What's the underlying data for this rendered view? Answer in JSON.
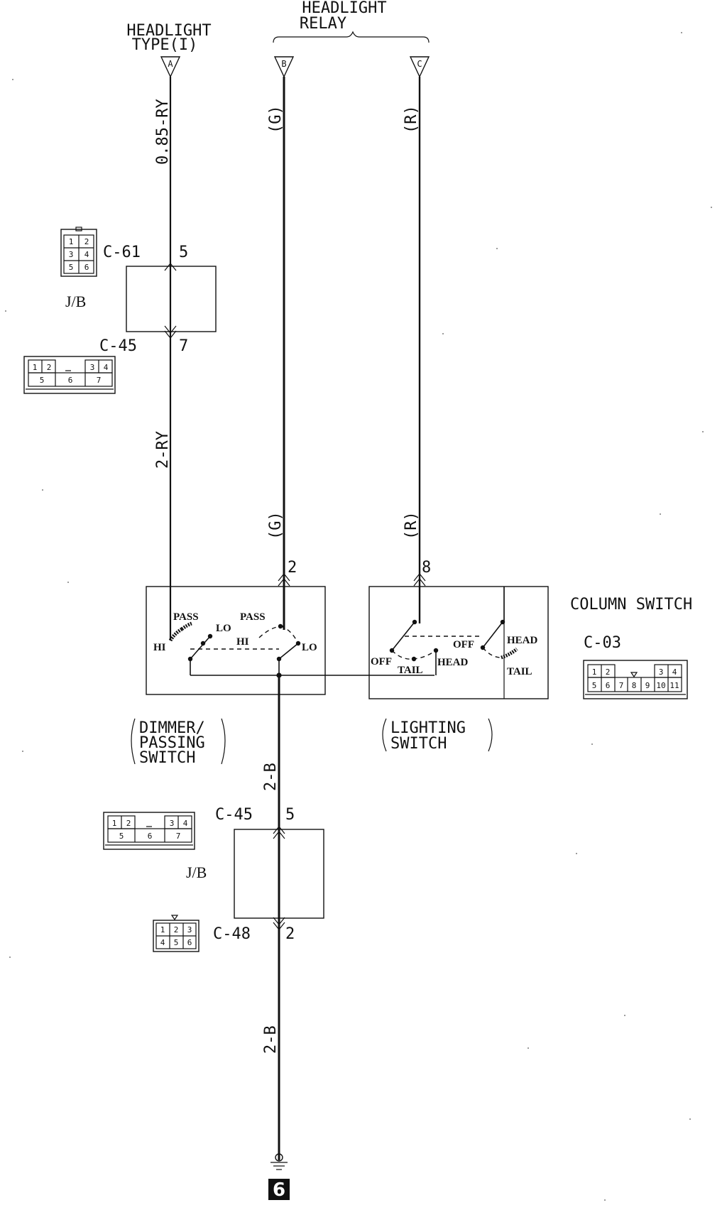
{
  "headlight_type": {
    "line1": "HEADLIGHT",
    "line2": "TYPE(I)"
  },
  "headlight_relay": {
    "line1": "HEADLIGHT",
    "line2": "RELAY"
  },
  "terminals": {
    "a": "A",
    "b": "B",
    "c": "C"
  },
  "wires": {
    "a_top": "0.85-RY",
    "a_bottom": "2-RY",
    "b_top": "(G)",
    "b_bottom": "(G)",
    "c_top": "(R)",
    "c_bottom": "(R)",
    "ground_upper": "2-B",
    "ground_lower": "2-B"
  },
  "junction_block_upper": {
    "label": "J/B",
    "conn_top": "C-61",
    "pin_top": "5",
    "conn_bottom": "C-45",
    "pin_bottom": "7"
  },
  "junction_block_lower": {
    "label": "J/B",
    "conn_top": "C-45",
    "pin_top": "5",
    "conn_bottom": "C-48",
    "pin_bottom": "2"
  },
  "column_switch": {
    "label": "COLUMN SWITCH",
    "connector": "C-03",
    "pin_g": "2",
    "pin_r": "8"
  },
  "dimmer_switch": {
    "line1": "DIMMER/",
    "line2": "PASSING",
    "line3": "SWITCH",
    "pass_left": "PASS",
    "lo_left": "LO",
    "hi_left": "HI",
    "pass_right": "PASS",
    "hi_right": "HI",
    "lo_right": "LO"
  },
  "lighting_switch": {
    "line1": "LIGHTING",
    "line2": "SWITCH",
    "off_left": "OFF",
    "tail_left": "TAIL",
    "head_left": "HEAD",
    "off_right": "OFF",
    "head_right": "HEAD",
    "tail_right": "TAIL"
  },
  "connector_faces": {
    "c61": [
      "1",
      "2",
      "3",
      "4",
      "5",
      "6"
    ],
    "c45": [
      "1",
      "2",
      "3",
      "4",
      "5",
      "6",
      "7"
    ],
    "c48": [
      "1",
      "2",
      "3",
      "4",
      "5",
      "6"
    ],
    "c03": [
      "1",
      "2",
      "3",
      "4",
      "5",
      "6",
      "7",
      "8",
      "9",
      "10",
      "11"
    ]
  },
  "ground_ref": "6"
}
